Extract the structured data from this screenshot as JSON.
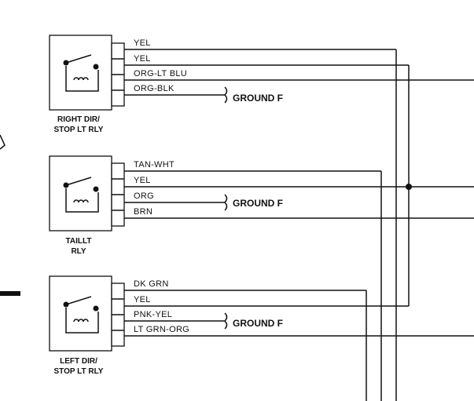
{
  "relays": [
    {
      "caption": [
        "RIGHT DIR/",
        "STOP LT RLY"
      ],
      "wires": [
        "YEL",
        "YEL",
        "ORG-LT BLU",
        "ORG-BLK"
      ],
      "ground_label": "GROUND F"
    },
    {
      "caption": [
        "TAILLT",
        "RLY"
      ],
      "wires": [
        "TAN-WHT",
        "YEL",
        "ORG",
        "BRN"
      ],
      "ground_label": "GROUND F"
    },
    {
      "caption": [
        "LEFT DIR/",
        "STOP LT RLY"
      ],
      "wires": [
        "DK GRN",
        "YEL",
        "PNK-YEL",
        "LT GRN-ORG"
      ],
      "ground_label": "GROUND F"
    }
  ]
}
